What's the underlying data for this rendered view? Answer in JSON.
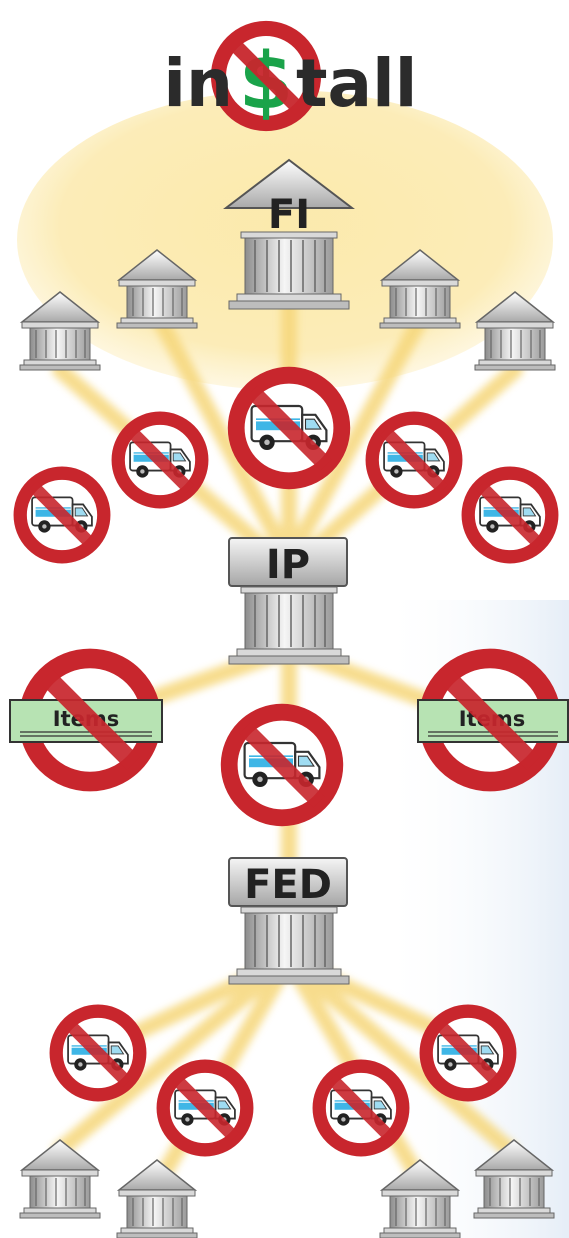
{
  "logo": {
    "text_before": "in",
    "symbol": "$",
    "text_after": "tall",
    "text_color": "#2b2b2b",
    "symbol_color": "#1aa34a",
    "prohibition_color": "#c8262d"
  },
  "labels": {
    "top_institution": "FI",
    "middle_institution": "IP",
    "bottom_institution": "FED",
    "item_left": "Items",
    "item_right": "Items"
  },
  "colors": {
    "glow": "#f6d77a",
    "building_light": "#f2f2f2",
    "building_dark": "#8c8c8c",
    "truck_blue": "#3fb6e6",
    "items_green": "#b7e3b3",
    "no_sign": "#c8262d"
  },
  "icons": {
    "bank": "bank-building-icon",
    "truck": "delivery-truck-icon",
    "prohibited": "no-sign-icon",
    "items": "check-items-icon"
  }
}
